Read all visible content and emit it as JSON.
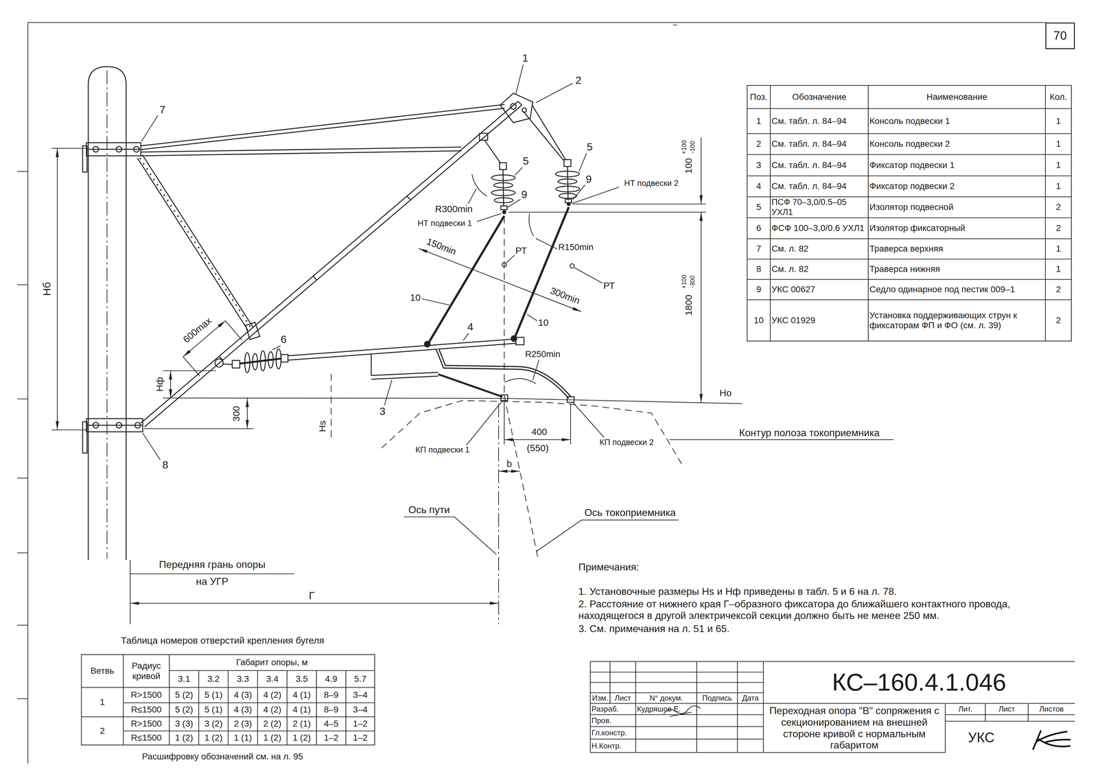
{
  "diagram": {
    "nodes": [
      {
        "text": [
          "70"
        ]
      }
    ],
    "labels": [
      "1",
      "2",
      "7",
      "5",
      "5",
      "9",
      "9",
      "НТ подвески 2",
      "R300min",
      "НТ подвески 1",
      "РТ",
      "150min",
      "R150min",
      "РТ",
      "10",
      "300min",
      "10",
      "600max",
      "6",
      "4",
      "R250min",
      "Нф",
      "Нб",
      "300",
      "Нs",
      "3",
      "Но",
      "400",
      "(550)",
      "КП подвески 1",
      "КП подвески 2",
      "Контур полоза токоприемника",
      "b",
      "8",
      "Ось пути",
      "Ось токоприемника",
      "Передняя грань опоры на УГР",
      "Г",
      "100",
      "+100",
      "-100",
      "1800",
      "+100",
      "-300",
      "Поз.",
      "Обозначение",
      "Наименование",
      "Кол.",
      "1",
      "См. табл. л. 84–94",
      "Консоль подвески 1",
      "1",
      "2",
      "См. табл. л. 84–94",
      "Консоль подвески 2",
      "1",
      "3",
      "См. табл. л. 84–94",
      "Фиксатор подвески 1",
      "1",
      "4",
      "См. табл. л. 84–94",
      "Фиксатор подвески 2",
      "1",
      "5",
      "ПСФ 70–3,0/0.5–05 УХЛ1",
      "Изолятор подвесной",
      "2",
      "6",
      "ФСФ 100–3,0/0.6 УХЛ1",
      "Изолятор фиксаторный",
      "2",
      "7",
      "См. л. 82",
      "Траверса верхняя",
      "1",
      "8",
      "См. л. 82",
      "Траверса нижняя",
      "1",
      "9",
      "УКС 00627",
      "Седло одинарное под пестик 009–1",
      "2",
      "10",
      "УКС 01929",
      "Установка поддерживающих струн к фиксаторам ФП и ФО (см. л. 39)",
      "2",
      "Таблица номеров отверстий крепления бугеля",
      "Ветвь",
      "Радиус кривой",
      "Габарит опоры, м",
      "3.1",
      "3.2",
      "3.3",
      "3.4",
      "3.5",
      "4.9",
      "5.7",
      "1",
      "R>1500",
      "5 (2)",
      "5 (1)",
      "4 (3)",
      "4 (2)",
      "4 (1)",
      "8–9",
      "3–4",
      "R≤1500",
      "5 (2)",
      "5 (1)",
      "4 (3)",
      "4 (2)",
      "4 (1)",
      "8–9",
      "3–4",
      "2",
      "R>1500",
      "3 (3)",
      "3 (2)",
      "2 (3)",
      "2 (2)",
      "2 (1)",
      "4–5",
      "1–2",
      "R≤1500",
      "1 (2)",
      "1 (2)",
      "1 (1)",
      "1 (2)",
      "1 (2)",
      "1–2",
      "1–2",
      "Расшифровку обозначений см. на л. 95",
      "Примечания:",
      "1. Установочные размеры Нs и Нф приведены в табл. 5 и 6 на л. 78.",
      "2. Расстояние от нижнего края Г–образного фиксатора до ближайшего контактного провода, находящегося в другой электричексой секции должно быть не менее 250 мм.",
      "3. См. примечания на л. 51 и 65.",
      "КС–160.4.1.046",
      "Изм.",
      "Лист",
      "N° докум.",
      "Подпись",
      "Дата",
      "Разраб.",
      "Кудряшов Е.",
      "Пров.",
      "Гл.констр.",
      "Н.Контр.",
      "Переходная опора \"В\" сопряжения с секционированием на внешней стороне кривой с нормальным габаритом",
      "Лит.",
      "Лист",
      "Листов",
      "УКС"
    ]
  }
}
